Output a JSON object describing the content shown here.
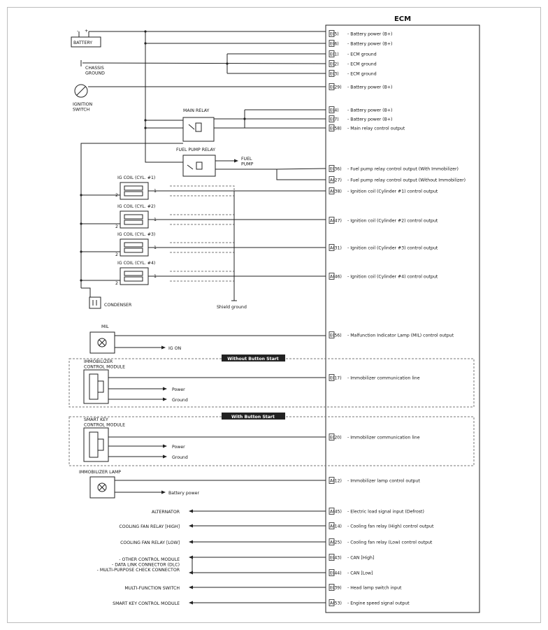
{
  "ecm": {
    "title": "ECM"
  },
  "components": {
    "battery": "BATTERY",
    "chassis_ground": "CHASSIS\nGROUND",
    "ignition_switch": "IGNITION\nSWITCH",
    "main_relay": "MAIN RELAY",
    "fuel_pump_relay": "FUEL PUMP RELAY",
    "fuel_pump": "FUEL\nPUMP",
    "ig_coil_1": "IG COIL (CYL. #1)",
    "ig_coil_2": "IG COIL (CYL. #2)",
    "ig_coil_3": "IG COIL (CYL. #3)",
    "ig_coil_4": "IG COIL (CYL. #4)",
    "coil_pin_1": "1",
    "coil_pin_2": "2",
    "condenser": "CONDENSER",
    "shield_ground": "Shield ground",
    "mil": "MIL",
    "ig_on": "IG ON",
    "without_button_start": "Without Button Start",
    "with_button_start": "With Button Start",
    "immobilizer_module": "IMMOBILIZER\nCONTROL MODULE",
    "smart_key_module": "SMART KEY\nCONTROL MODULE",
    "power": "Power",
    "ground": "Ground",
    "immobilizer_lamp": "IMMOBILIZER LAMP",
    "battery_power": "Battery power",
    "alternator": "ALTERNATOR",
    "cooling_fan_high": "COOLING FAN RELAY [HIGH]",
    "cooling_fan_low": "COOLING FAN RELAY [LOW]",
    "other_modules": "- OTHER CONTROL MODULE\n- DATA LINK CONNECTOR (DLC)\n- MULTI-PURPOSE CHECK CONNECTOR",
    "multi_function_switch": "MULTI-FUNCTION SWITCH",
    "smart_key_module_2": "SMART KEY CONTROL MODULE"
  },
  "pins": [
    {
      "code": "E(5)",
      "label": "Battery power (B+)"
    },
    {
      "code": "E(6)",
      "label": "Battery power (B+)"
    },
    {
      "code": "E(1)",
      "label": "ECM ground"
    },
    {
      "code": "E(2)",
      "label": "ECM ground"
    },
    {
      "code": "E(3)",
      "label": "ECM ground"
    },
    {
      "code": "E(29)",
      "label": "Battery power (B+)"
    },
    {
      "code": "E(4)",
      "label": "Battery power (B+)"
    },
    {
      "code": "E(7)",
      "label": "Battery power (B+)"
    },
    {
      "code": "E(58)",
      "label": "Main relay control output"
    },
    {
      "code": "E(36)",
      "label": "Fuel pump relay control output (With Immobilizer)"
    },
    {
      "code": "A(27)",
      "label": "Fuel pump relay control output (Without Immobilizer)"
    },
    {
      "code": "A(38)",
      "label": "Ignition coil (Cylinder #1) control output"
    },
    {
      "code": "A(47)",
      "label": "Ignition coil (Cylinder #2) control output"
    },
    {
      "code": "A(31)",
      "label": "Ignition coil (Cylinder #3) control output"
    },
    {
      "code": "A(46)",
      "label": "Ignition coil (Cylinder #4) control output"
    },
    {
      "code": "E(56)",
      "label": "Malfunction Indicator Lamp (MIL) control output"
    },
    {
      "code": "E(17)",
      "label": "Immobilizer communication line"
    },
    {
      "code": "E(20)",
      "label": "Immobilizer communication line"
    },
    {
      "code": "A(12)",
      "label": "Immobilizer lamp control output"
    },
    {
      "code": "A(45)",
      "label": "Electric load signal input (Defrost)"
    },
    {
      "code": "A(14)",
      "label": "Cooling fan relay (High) control output"
    },
    {
      "code": "A(25)",
      "label": "Cooling fan relay (Low) control output"
    },
    {
      "code": "E(43)",
      "label": "CAN [High]"
    },
    {
      "code": "E(44)",
      "label": "CAN [Low]"
    },
    {
      "code": "E(39)",
      "label": "Head lamp switch input"
    },
    {
      "code": "A(53)",
      "label": "Engine speed signal output"
    }
  ]
}
